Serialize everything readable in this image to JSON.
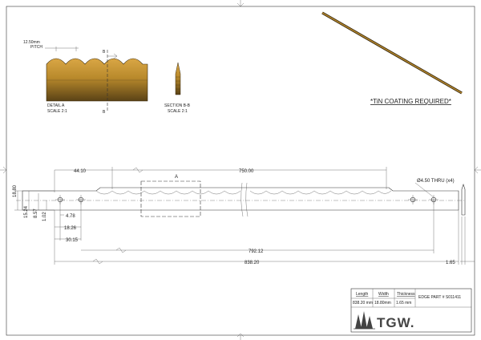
{
  "detail_a": {
    "pitch_value": "12.50mm",
    "pitch_label": "PITCH",
    "title": "DETAIL  A",
    "scale": "SCALE 2:1",
    "section_marker": "B"
  },
  "section_bb": {
    "title": "SECTION B-B",
    "scale": "SCALE 2:1"
  },
  "coating_note": "*TiN COATING REQUIRED*",
  "dimensions": {
    "d_44_10": "44.10",
    "d_750_00": "750.00",
    "detail_marker": "A",
    "hole_callout": "Ø4.50  THRU (x4)",
    "d_18_80": "18.80",
    "d_15_24": "15.24",
    "d_8_57": "8.57",
    "d_1_02": "1.02",
    "d_4_78": "4.78",
    "d_18_26": "18.26",
    "d_30_15": "30.15",
    "d_792_12": "792.12",
    "d_838_20": "838.20",
    "d_1_65": "1.65"
  },
  "title_block": {
    "length_label": "Length",
    "width_label": "Width",
    "thickness_label": "Thickness",
    "length_value": "838.20 mm",
    "width_value": "18.80mm",
    "thickness_value": "1.65 mm",
    "part_number": "EDGE PART # S011411",
    "logo": "TGW."
  },
  "colors": {
    "blade_gold": "#b98a2c",
    "blade_dark": "#3b2c12",
    "line": "#333333"
  }
}
